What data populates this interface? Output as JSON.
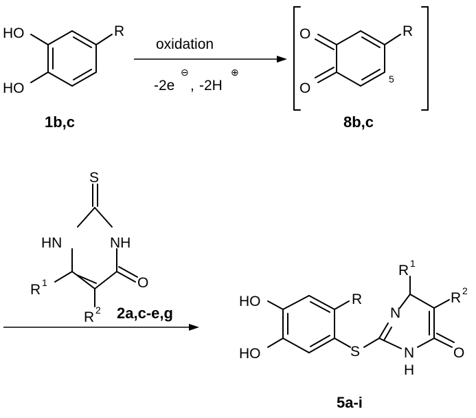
{
  "scheme": {
    "step1": {
      "reactant": {
        "label": "1b,c",
        "oh_top": "HO",
        "oh_bottom": "HO",
        "r": "R"
      },
      "arrow": {
        "above": "oxidation",
        "below_e": "-2e",
        "below_sep": ",",
        "below_h": "-2H",
        "minus_sign": "⊖",
        "plus_sign": "⊕"
      },
      "product": {
        "label": "8b,c",
        "o_top": "O",
        "o_bottom": "O",
        "r": "R",
        "position": "5"
      }
    },
    "step2": {
      "reagent": {
        "label": "2a,c-e,g",
        "s": "S",
        "nh_left": "HN",
        "nh_right": "NH",
        "o": "O",
        "r1": "R",
        "r1_sup": "1",
        "r2": "R",
        "r2_sup": "2"
      },
      "product": {
        "label": "5a-i",
        "ho_top": "HO",
        "ho_bottom": "HO",
        "r": "R",
        "s": "S",
        "n": "N",
        "nh_n": "N",
        "nh_h": "H",
        "o": "O",
        "r1": "R",
        "r1_sup": "1",
        "r2": "R",
        "r2_sup": "2"
      }
    }
  }
}
